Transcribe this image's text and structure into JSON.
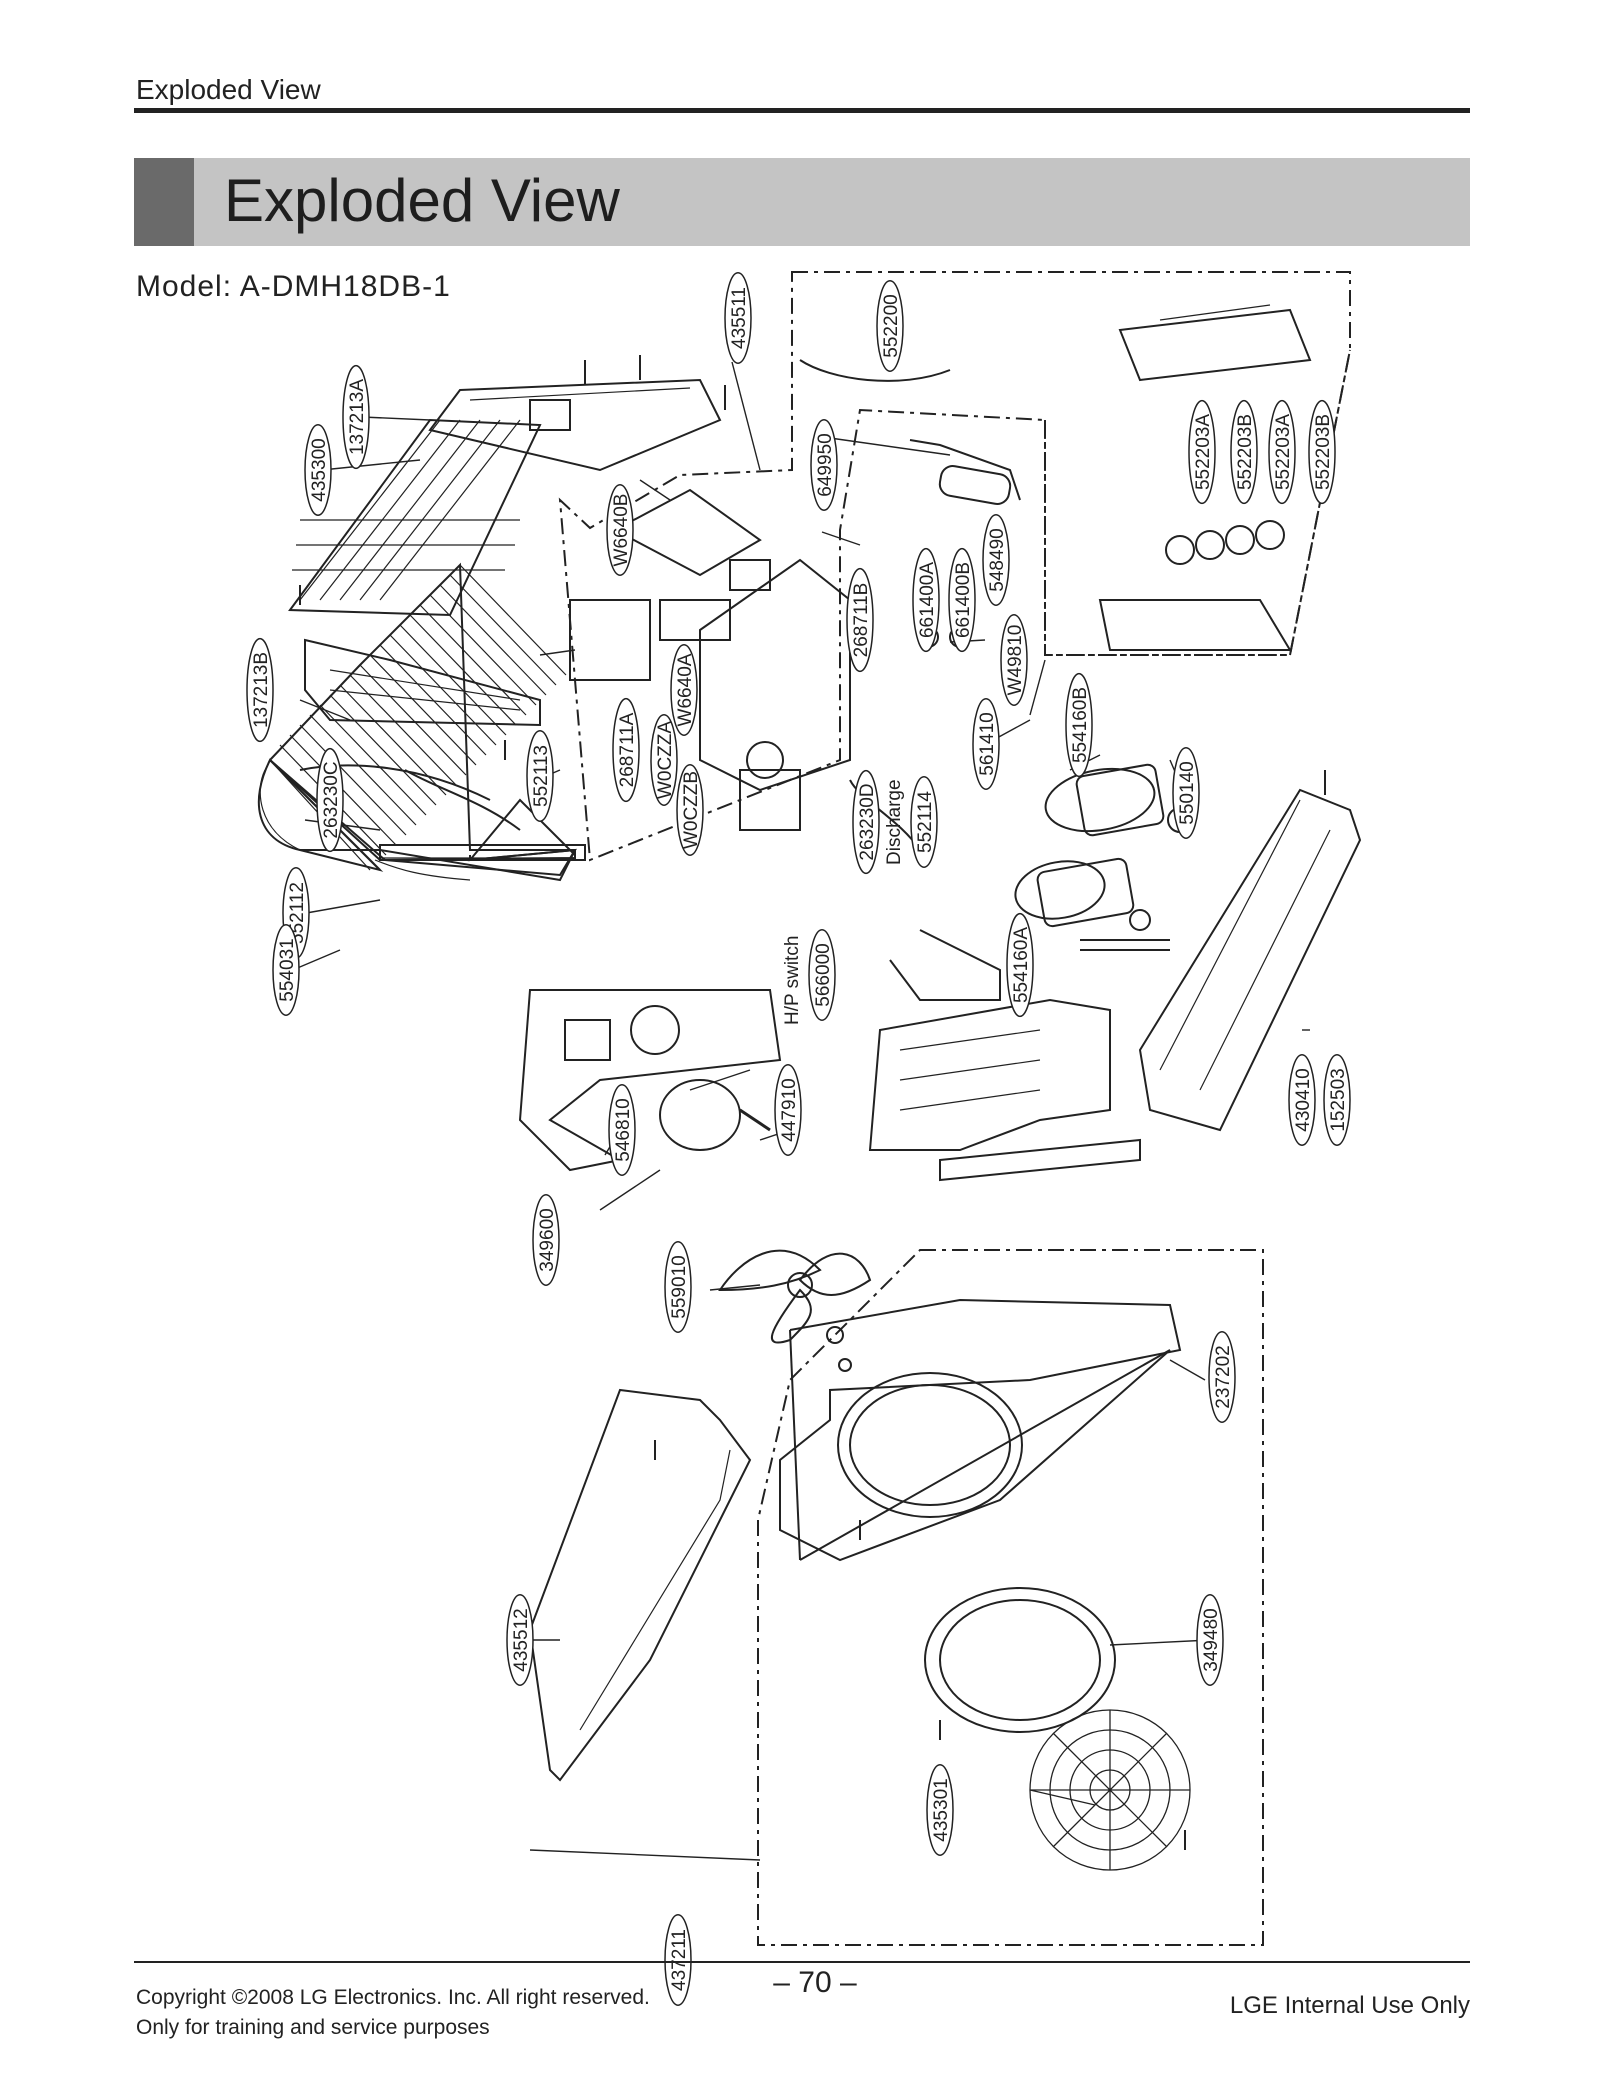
{
  "header": {
    "running_title": "Exploded View"
  },
  "title_band": {
    "title": "Exploded View"
  },
  "model_line": "Model: A-DMH18DB-1",
  "part_callouts": [
    {
      "id": "435511"
    },
    {
      "id": "137213A"
    },
    {
      "id": "435300"
    },
    {
      "id": "552200"
    },
    {
      "id": "649950"
    },
    {
      "id": "552203A"
    },
    {
      "id": "552203B"
    },
    {
      "id": "552203A"
    },
    {
      "id": "552203B"
    },
    {
      "id": "W6640B"
    },
    {
      "id": "661400A"
    },
    {
      "id": "661400B"
    },
    {
      "id": "548490"
    },
    {
      "id": "268711B"
    },
    {
      "id": "W49810"
    },
    {
      "id": "137213B"
    },
    {
      "id": "W6640A"
    },
    {
      "id": "268711A"
    },
    {
      "id": "W0CZZA"
    },
    {
      "id": "W0CZZB"
    },
    {
      "id": "552113"
    },
    {
      "id": "263230C"
    },
    {
      "id": "263230D"
    },
    {
      "id": "552114"
    },
    {
      "id": "561410"
    },
    {
      "id": "554160B"
    },
    {
      "id": "550140"
    },
    {
      "id": "552112"
    },
    {
      "id": "554031"
    },
    {
      "id": "566000"
    },
    {
      "id": "554160A"
    },
    {
      "id": "430410"
    },
    {
      "id": "152503"
    },
    {
      "id": "447910"
    },
    {
      "id": "546810"
    },
    {
      "id": "349600"
    },
    {
      "id": "559010"
    },
    {
      "id": "237202"
    },
    {
      "id": "435512"
    },
    {
      "id": "349480"
    },
    {
      "id": "435301"
    },
    {
      "id": "437211"
    }
  ],
  "annotations": {
    "discharge": "Discharge",
    "hp_switch": "H/P switch"
  },
  "footer": {
    "page_number": "– 70 –",
    "copyright": "Copyright ©2008 LG Electronics. Inc. All right reserved.",
    "training_note": "Only for training and service purposes",
    "internal_use": "LGE Internal Use Only"
  }
}
